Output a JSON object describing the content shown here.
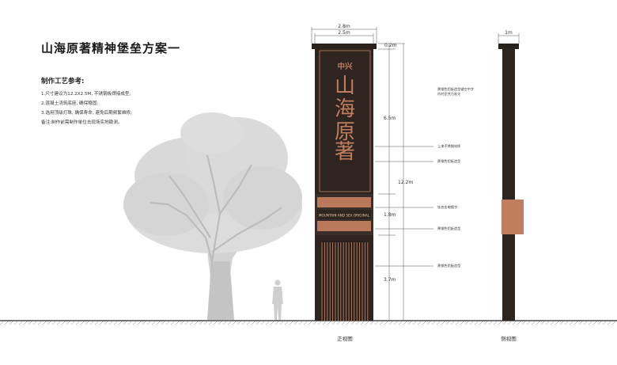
{
  "title": "山海原著精神堡垒方案一",
  "notes": {
    "heading": "制作工艺参考:",
    "items": [
      "1.尺寸建议为12.2X2.5M, 不锈钢板焊接成型;",
      "2.混凝土浇筑底座, 确保稳固;",
      "3.选用顶级灯珠, 确保寿命, 避免后期频繁维修;",
      "备注:制作前需制作单位去现场实地勘测。"
    ]
  },
  "sign": {
    "brand_small": "中兴",
    "brand_chars": [
      "山",
      "海",
      "原",
      "著"
    ],
    "band_text": "MOUNTAIN AND SEA ORIGINAL"
  },
  "dimensions": {
    "width_outer": "2.8m",
    "width_inner": "2.5m",
    "side_width": "1m",
    "top": "0.2m",
    "upper": "6.5m",
    "total": "12.2m",
    "middle": "1.8m",
    "lower": "3.7m"
  },
  "callouts": [
    "黄钢色铝板造型镂空中字\n内衬亚克力发光",
    "上漆不锈钢材质",
    "黄钢色铝板造型",
    "钛合金电镀字",
    "黄钢色铝板造型",
    "黄钢色铝板造型"
  ],
  "views": {
    "front": "正视图",
    "side": "侧视图"
  },
  "colors": {
    "body": "#2e2420",
    "copper": "#c07e5f",
    "tree": "#cfcfcf",
    "ground": "#444444"
  }
}
